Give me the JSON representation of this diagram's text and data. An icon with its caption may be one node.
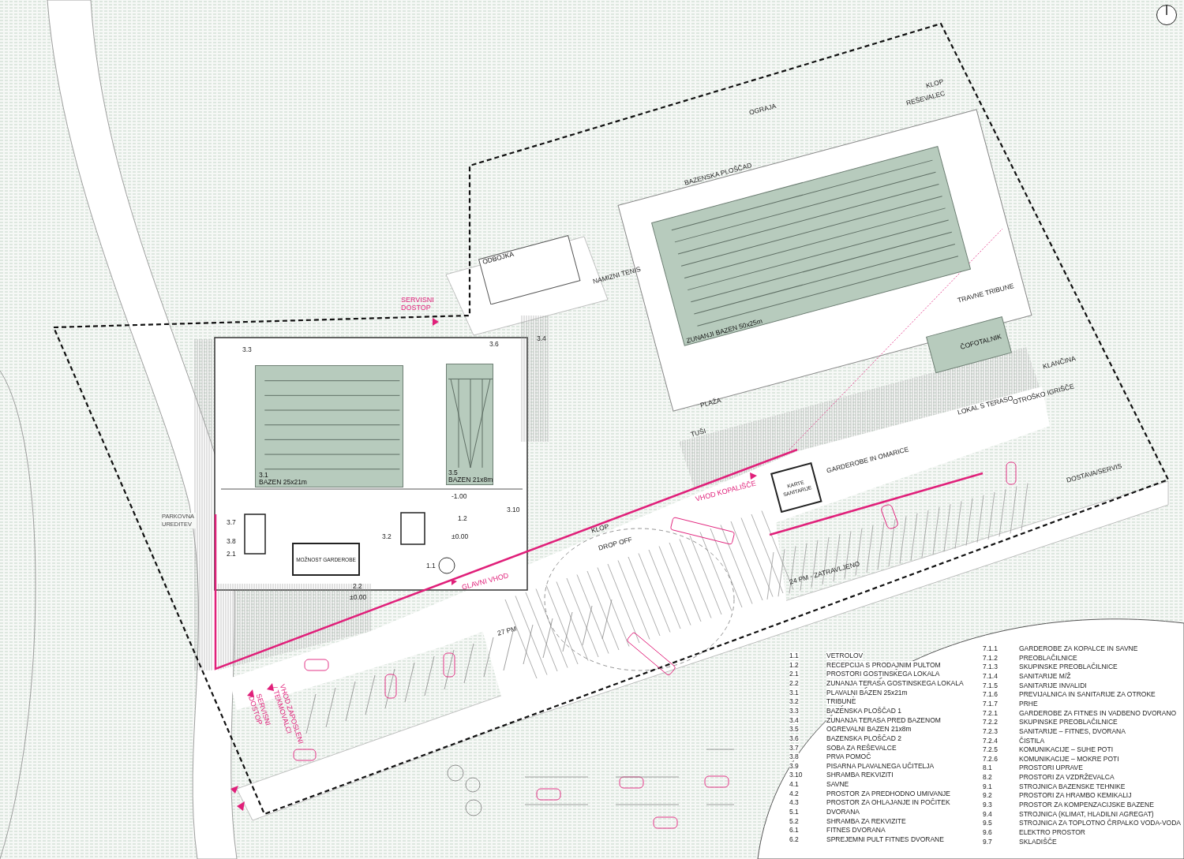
{
  "diagram": {
    "nodes": [
      {
        "text": [
          "ODBOJKA"
        ]
      },
      {
        "text": [
          "ZUNANJI BAZEN 50x25m"
        ]
      },
      {
        "text": [
          "3.1",
          "BAZEN 25x21m"
        ]
      },
      {
        "text": [
          "3.5",
          "BAZEN 21x8m"
        ]
      },
      {
        "text": [
          "ČOFOTALNIK"
        ]
      },
      {
        "text": [
          "KARTE",
          "SANITARIJE"
        ]
      },
      {
        "text": [
          "MOŽNOST GARDEROBE"
        ]
      }
    ],
    "labels": [
      "KLOP",
      "REŠEVALEC",
      "OGRAJA",
      "BAZENSKA PLOŠČAD",
      "NAMIZNI TENIS",
      "TRAVNE TRIBUNE",
      "SERVISNI DOSTOP",
      "3.3",
      "3.6",
      "3.4",
      "KLANČINA",
      "OTROŠKO IGRIŠČE",
      "LOKAL S TERASO",
      "PLAŽA",
      "TUŠI",
      "GARDEROBE IN OMARICE",
      "DOSTAVA/SERVIS",
      "VHOD KOPALIŠČE",
      "-1.00",
      "3.10",
      "PARKOVNA UREDITEV",
      "3.7",
      "1.2",
      "KLOP",
      "3.2",
      "±0.00",
      "3.8",
      "DROP OFF",
      "2.1",
      "1.1",
      "24 PM - ZATRAVLJENO",
      "GLAVNI VHOD",
      "2.2",
      "±0.00",
      "27 PM",
      "VHOD ZAPOSLENI / TEKMOVALCI",
      "SERVISNI DOSTOP",
      "1.1",
      "VETROLOV",
      "1.2",
      "RECEPCIJA S PRODAJNIM PULTOM",
      "2.1",
      "PROSTORI GOSTINSKEGA LOKALA",
      "2.2",
      "ZUNANJA TERASA GOSTINSKEGA LOKALA",
      "3.1",
      "PLAVALNI BAZEN 25x21m",
      "3.2",
      "TRIBUNE",
      "3.3",
      "BAZENSKA PLOŠČAD 1",
      "3.4",
      "ZUNANJA TERASA PRED BAZENOM",
      "3.5",
      "OGREVALNI BAZEN 21x8m",
      "3.6",
      "BAZENSKA PLOŠČAD 2",
      "3.7",
      "SOBA ZA REŠEVALCE",
      "3.8",
      "PRVA POMOČ",
      "3.9",
      "PISARNA PLAVALNEGA UČITELJA",
      "3.10",
      "SHRAMBA REKVIZITI",
      "4.1",
      "SAVNE",
      "4.2",
      "PROSTOR ZA PREDHODNO UMIVANJE",
      "4.3",
      "PROSTOR ZA OHLAJANJE IN POČITEK",
      "5.1",
      "DVORANA",
      "5.2",
      "SHRAMBA ZA REKVIZITE",
      "6.1",
      "FITNES DVORANA",
      "6.2",
      "SPREJEMNI PULT FITNES DVORANE",
      "7.1.1",
      "GARDEROBE ZA KOPALCE IN SAVNE",
      "7.1.2",
      "PREOBLAČILNICE",
      "7.1.3",
      "SKUPINSKE PREOBLAČILNICE",
      "7.1.4",
      "SANITARIJE M/Ž",
      "7.1.5",
      "SANITARIJE INVALIDI",
      "7.1.6",
      "PREVIJALNICA IN SANITARIJE ZA OTROKE",
      "7.1.7",
      "PRHE",
      "7.2.1",
      "GARDEROBE ZA FITNES IN VADBENO DVORANO",
      "7.2.2",
      "SKUPINSKE PREOBLAČILNICE",
      "7.2.3",
      "SANITARIJE – FITNES, DVORANA",
      "7.2.4",
      "ČISTILA",
      "7.2.5",
      "KOMUNIKACIJE – SUHE POTI",
      "7.2.6",
      "KOMUNIKACIJE – MOKRE POTI",
      "8.1",
      "PROSTORI UPRAVE",
      "8.2",
      "PROSTORI ZA VZDRŽEVALCA",
      "9.1",
      "STROJNICA BAZENSKE TEHNIKE",
      "9.2",
      "PROSTORI ZA HRAMBO KEMIKALIJ",
      "9.3",
      "PROSTOR ZA KOMPENZACIJSKE BAZENE",
      "9.4",
      "STROJNICA (KLIMAT, HLADILNI AGREGAT)",
      "9.5",
      "STROJNICA ZA TOPLOTNO ČRPALKO VODA-VODA",
      "9.6",
      "ELEKTRO PROSTOR",
      "9.7",
      "SKLADIŠČE"
    ]
  }
}
